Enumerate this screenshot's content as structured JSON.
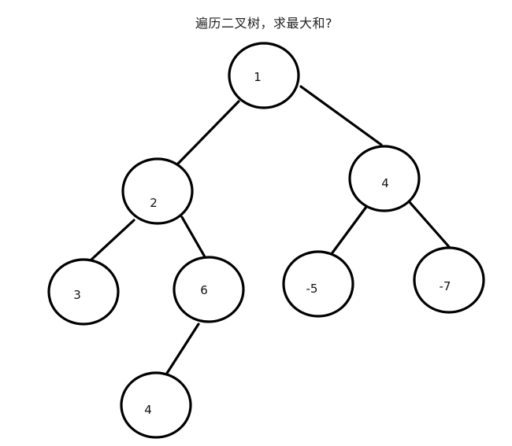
{
  "title": "遍历二叉树，求最大和?",
  "tree": {
    "nodes": [
      {
        "id": "n1",
        "label": "1"
      },
      {
        "id": "n2",
        "label": "2"
      },
      {
        "id": "n4a",
        "label": "4"
      },
      {
        "id": "n3",
        "label": "3"
      },
      {
        "id": "n6",
        "label": "6"
      },
      {
        "id": "n-5",
        "label": "-5"
      },
      {
        "id": "n-7",
        "label": "-7"
      },
      {
        "id": "n4b",
        "label": "4"
      }
    ],
    "edges": [
      {
        "from": "n1",
        "to": "n2"
      },
      {
        "from": "n1",
        "to": "n4a"
      },
      {
        "from": "n2",
        "to": "n3"
      },
      {
        "from": "n2",
        "to": "n6"
      },
      {
        "from": "n4a",
        "to": "n-5"
      },
      {
        "from": "n4a",
        "to": "n-7"
      },
      {
        "from": "n6",
        "to": "n4b"
      }
    ]
  }
}
